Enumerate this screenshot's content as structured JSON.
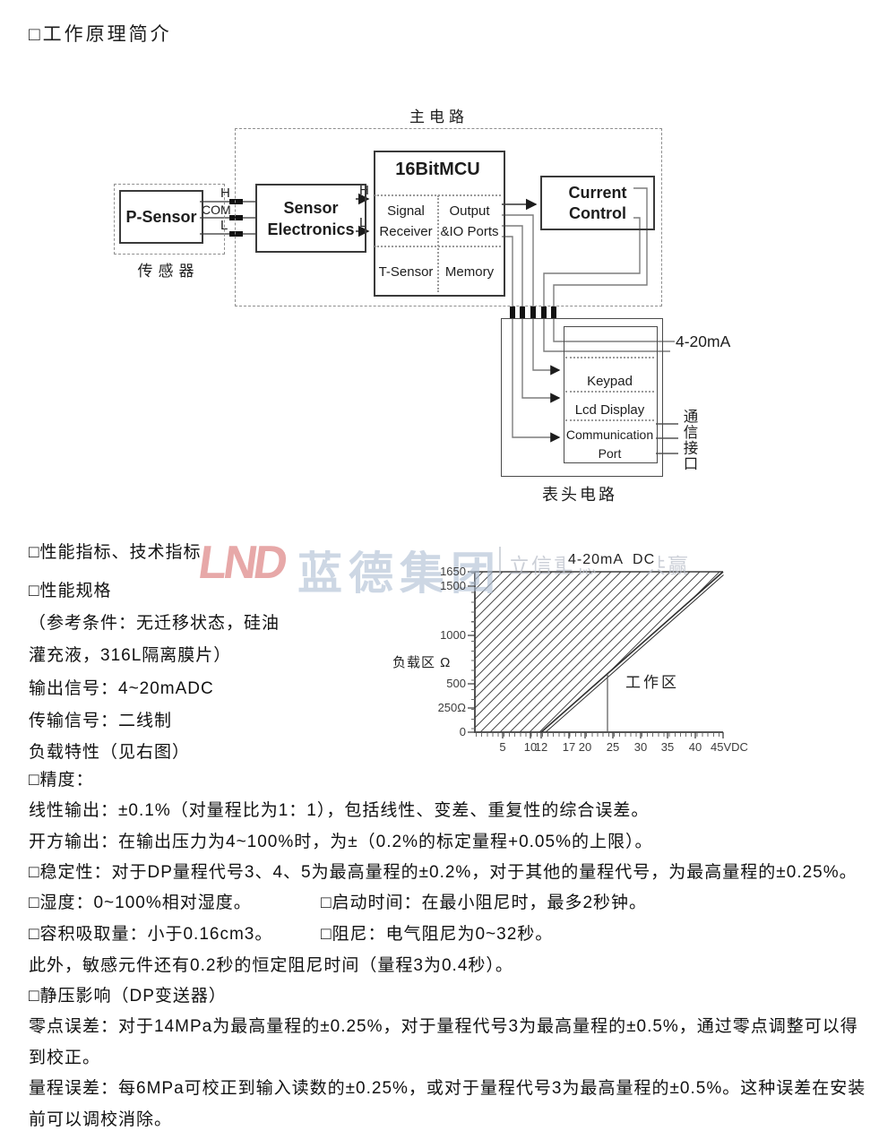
{
  "page": {
    "title": "□工作原理简介"
  },
  "diagram": {
    "main_circuit_label": "主电路",
    "sensor_label": "传感器",
    "p_sensor_label": "P-Sensor",
    "pins": {
      "h": "H",
      "com": "COM",
      "l": "L"
    },
    "mcu_in": {
      "h": "H",
      "l": "L"
    },
    "sensor_electronics_label": "Sensor Electronics",
    "mcu_title": "16BitMCU",
    "mcu_cells": [
      "Signal Receiver",
      "Output &IO Ports",
      "T-Sensor",
      "Memory"
    ],
    "current_control_label": "Current Control",
    "output_label": "4-20mA",
    "meter_rows": [
      "Keypad",
      "Lcd Display",
      "Communication Port"
    ],
    "comm_interface_label": "通信接口",
    "meter_label": "表头电路"
  },
  "watermark": {
    "logo_text": "LND",
    "brand_text": "蓝德集团",
    "slogan_left": "立信重德",
    "slogan_right": "共赢",
    "logo_color": "#e08f8f",
    "brand_color": "#aebfd3",
    "slogan_color": "#b9bfc9"
  },
  "specs": {
    "heading1": "□性能指标、技术指标",
    "heading2": "□性能规格",
    "lines": [
      {
        "text": "（参考条件：无迁移状态，硅油"
      },
      {
        "text": "灌充液，316L隔离膜片）"
      },
      {
        "text": "输出信号：4~20mADC"
      },
      {
        "text": "传输信号：二线制"
      },
      {
        "text": "负载特性（见右图）"
      },
      {
        "text": "□精度："
      },
      {
        "text": "线性输出：±0.1%（对量程比为1：1），包括线性、变差、重复性的综合误差。"
      },
      {
        "text": "开方输出：在输出压力为4~100%时，为±（0.2%的标定量程+0.05%的上限）。"
      },
      {
        "text": "□稳定性：对于DP量程代号3、4、5为最高量程的±0.2%，对于其他的量程代号，为最高量程的±0.25%。"
      },
      {
        "text": "□湿度：0~100%相对湿度。",
        "text2": "□启动时间：在最小阻尼时，最多2秒钟。"
      },
      {
        "text": "□容积吸取量：小于0.16cm3。",
        "text2": "□阻尼：电气阻尼为0~32秒。"
      },
      {
        "text": "此外，敏感元件还有0.2秒的恒定阻尼时间（量程3为0.4秒）。"
      },
      {
        "text": "□静压影响（DP变送器）"
      },
      {
        "text": "零点误差：对于14MPa为最高量程的±0.25%，对于量程代号3为最高量程的±0.5%，通过零点调整可以得"
      },
      {
        "text": "到校正。"
      },
      {
        "text": "量程误差：每6MPa可校正到输入读数的±0.25%，或对于量程代号3为最高量程的±0.5%。这种误差在安装"
      },
      {
        "text": "前可以调校消除。"
      }
    ]
  },
  "chart_data": {
    "type": "area",
    "title": "4-20mA  DC",
    "ylabel": "负载区 Ω",
    "working_region_label": "工作区",
    "xlim": [
      0,
      45
    ],
    "ylim": [
      0,
      1650
    ],
    "x_tick_labels": [
      "5",
      "10",
      "12",
      "17",
      "20",
      "25",
      "30",
      "35",
      "40",
      "45VDC"
    ],
    "y_tick_labels": [
      "1650",
      "1500",
      "1000",
      "500",
      "250Ω",
      "0"
    ],
    "y_tick_values": [
      1650,
      1500,
      1000,
      500,
      250,
      0
    ],
    "x_tick_values": [
      5,
      10,
      12,
      17,
      20,
      25,
      30,
      35,
      40,
      45
    ],
    "load_line": {
      "from": {
        "vdc": 12,
        "ohm": 0
      },
      "to": {
        "vdc": 45,
        "ohm": 1650
      }
    },
    "marker_line_vdc": 24,
    "hatched_side": "above-load-line",
    "grid": false
  }
}
